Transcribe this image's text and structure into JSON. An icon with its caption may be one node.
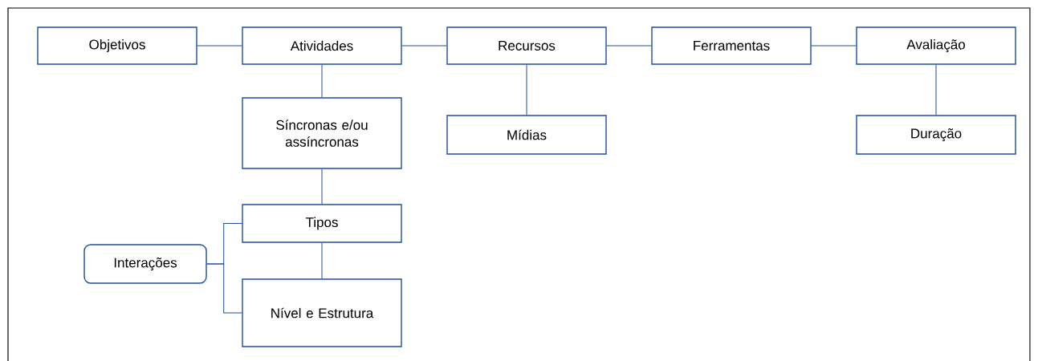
{
  "diagram": {
    "nodes": [
      {
        "text": [
          "Objetivos"
        ]
      },
      {
        "text": [
          "Atividades"
        ]
      },
      {
        "text": [
          "Recursos"
        ]
      },
      {
        "text": [
          "Ferramentas"
        ]
      },
      {
        "text": [
          "Avaliação"
        ]
      },
      {
        "text": [
          "Síncronas e/ou assíncronas"
        ]
      },
      {
        "text": [
          "Mídias"
        ]
      },
      {
        "text": [
          "Duração"
        ]
      },
      {
        "text": [
          "Tipos"
        ]
      },
      {
        "text": [
          "Interações"
        ]
      },
      {
        "text": [
          "Nível e Estrutura"
        ]
      }
    ],
    "edges": [
      {
        "from": 0,
        "to": 1,
        "arrow": "none"
      },
      {
        "from": 1,
        "to": 2,
        "arrow": "none"
      },
      {
        "from": 2,
        "to": 3,
        "arrow": "none"
      },
      {
        "from": 3,
        "to": 4,
        "arrow": "none"
      },
      {
        "from": 1,
        "to": 5,
        "arrow": "none"
      },
      {
        "from": 2,
        "to": 6,
        "arrow": "none"
      },
      {
        "from": 4,
        "to": 7,
        "arrow": "none"
      },
      {
        "from": 5,
        "to": 8,
        "arrow": "none"
      },
      {
        "from": 8,
        "to": 10,
        "arrow": "none"
      },
      {
        "from": 9,
        "to": 8,
        "arrow": "none"
      },
      {
        "from": 9,
        "to": 10,
        "arrow": "none"
      }
    ]
  }
}
